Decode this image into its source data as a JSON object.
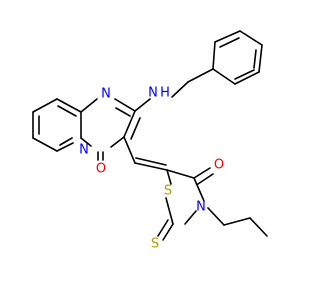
{
  "atoms": {
    "N1": {
      "symbol": "N",
      "color": "#0000FF"
    },
    "N2": {
      "symbol": "N",
      "color": "#0000FF"
    },
    "NH": {
      "symbol": "N",
      "color": "#0000FF",
      "hydrogen": "H"
    },
    "O1": {
      "symbol": "O",
      "color": "#FF0000"
    },
    "O2": {
      "symbol": "O",
      "color": "#FF0000"
    },
    "S1": {
      "symbol": "S",
      "color": "#B2A100"
    },
    "S2": {
      "symbol": "S",
      "color": "#B2A100"
    },
    "N3": {
      "symbol": "N",
      "color": "#0000FF"
    }
  },
  "bond_color": "#000000"
}
